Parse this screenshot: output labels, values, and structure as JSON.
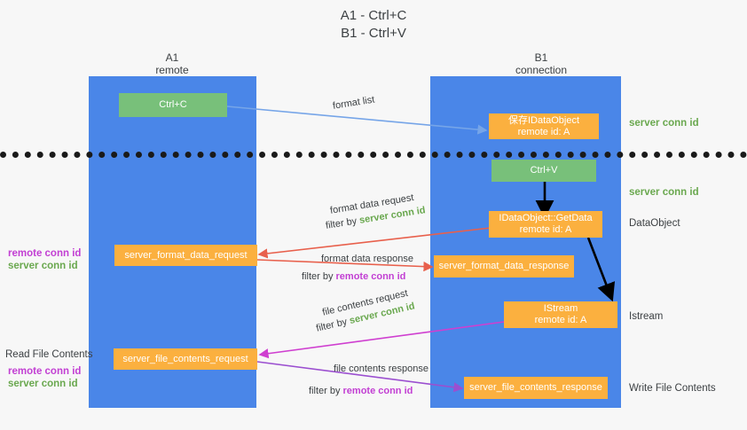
{
  "title": {
    "line1": "A1 - Ctrl+C",
    "line2": "B1 - Ctrl+V"
  },
  "lanes": [
    {
      "name": "A1",
      "sub": "remote"
    },
    {
      "name": "B1",
      "sub": "connection"
    }
  ],
  "boxes": {
    "ctrl_c": "Ctrl+C",
    "save_idataobject": "保存IDataObject",
    "save_idataobject_sub": "remote id: A",
    "ctrl_v": "Ctrl+V",
    "getdata": "IDataObject::GetData",
    "getdata_sub": "remote id: A",
    "server_format_data_request": "server_format_data_request",
    "server_format_data_response": "server_format_data_response",
    "istream": "IStream",
    "istream_sub": "remote id: A",
    "server_file_contents_request": "server_file_contents_request",
    "server_file_contents_response": "server_file_contents_response"
  },
  "captions": {
    "format_list": "format list",
    "format_data_request": "format data request",
    "format_data_request_filter_prefix": "filter by ",
    "format_data_request_filter_value": "server conn id",
    "format_data_response": "format data response",
    "format_data_response_filter_prefix": "filter by ",
    "format_data_response_filter_value": "remote conn id",
    "file_contents_request": "file contents request",
    "file_contents_request_filter_prefix": "filter by ",
    "file_contents_request_filter_value": "server conn id",
    "file_contents_response": "file contents response",
    "file_contents_response_filter_prefix": "filter by ",
    "file_contents_response_filter_value": "remote conn id"
  },
  "right_labels": {
    "server_conn_id_top": "server conn id",
    "server_conn_id_mid": "server conn id",
    "dataobject": "DataObject",
    "istream": "Istream",
    "write_file_contents": "Write File Contents"
  },
  "left_labels": {
    "remote_conn_id_1": "remote conn id",
    "server_conn_id_1": "server conn id",
    "read_file_contents": "Read File Contents",
    "remote_conn_id_2": "remote conn id",
    "server_conn_id_2": "server conn id"
  },
  "colors": {
    "lane": "#4a86e8",
    "green_box": "#78c07a",
    "orange_box": "#fbb03f",
    "green_text": "#6aa84f",
    "magenta_text": "#c23fd3",
    "arrow_lightblue": "#76a5e8",
    "arrow_red": "#e8604c",
    "arrow_magenta": "#cf3fd0",
    "arrow_purple": "#9b4fd0",
    "arrow_black": "#000000",
    "background": "#f7f7f7",
    "divider": "#1a1a1a"
  }
}
